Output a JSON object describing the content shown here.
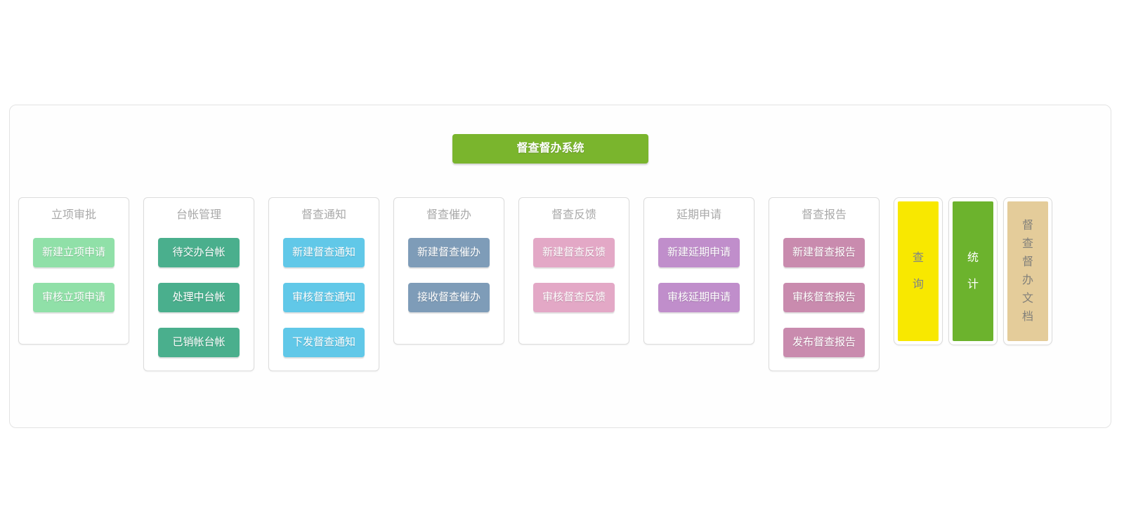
{
  "header": {
    "title": "督查督办系统",
    "color": "#7ab52d"
  },
  "columns": [
    {
      "title": "立项审批",
      "color": "#90e0a8",
      "buttons": [
        "新建立项申请",
        "审核立项申请"
      ]
    },
    {
      "title": "台帐管理",
      "color": "#4aaf8d",
      "buttons": [
        "待交办台帐",
        "处理中台帐",
        "已销帐台帐"
      ]
    },
    {
      "title": "督查通知",
      "color": "#61c8e8",
      "buttons": [
        "新建督查通知",
        "审核督查通知",
        "下发督查通知"
      ]
    },
    {
      "title": "督查催办",
      "color": "#7e9cb8",
      "buttons": [
        "新建督查催办",
        "接收督查催办"
      ]
    },
    {
      "title": "督查反馈",
      "color": "#e3a8c6",
      "buttons": [
        "新建督查反馈",
        "审核督查反馈"
      ]
    },
    {
      "title": "延期申请",
      "color": "#c08ecb",
      "buttons": [
        "新建延期申请",
        "审核延期申请"
      ]
    },
    {
      "title": "督查报告",
      "color": "#c98bae",
      "buttons": [
        "新建督查报告",
        "审核督查报告",
        "发布督查报告"
      ]
    }
  ],
  "side_bars": [
    {
      "label": "查询",
      "color": "#f8e800",
      "text_color": "#7f8487"
    },
    {
      "label": "统计",
      "color": "#6cb32d",
      "text_color": "#ffffff"
    },
    {
      "label": "督查督办文档",
      "color": "#e4cc9a",
      "text_color": "#82807a"
    }
  ]
}
